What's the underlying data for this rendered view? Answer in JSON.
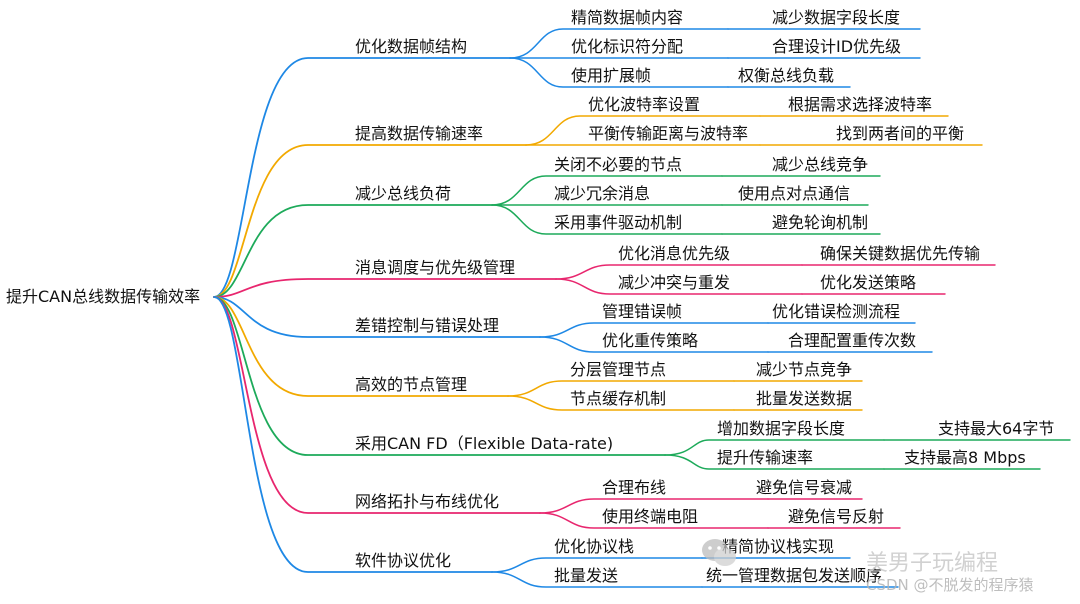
{
  "root": {
    "label": "提升CAN总线数据传输效率"
  },
  "branches": [
    {
      "label": "优化数据帧结构",
      "color": "#1e88e5",
      "children": [
        {
          "label": "精简数据帧内容",
          "leaf": "减少数据字段长度"
        },
        {
          "label": "优化标识符分配",
          "leaf": "合理设计ID优先级"
        },
        {
          "label": "使用扩展帧",
          "leaf": "权衡总线负载"
        }
      ]
    },
    {
      "label": "提高数据传输速率",
      "color": "#f2a900",
      "children": [
        {
          "label": "优化波特率设置",
          "leaf": "根据需求选择波特率"
        },
        {
          "label": "平衡传输距离与波特率",
          "leaf": "找到两者间的平衡"
        }
      ]
    },
    {
      "label": "减少总线负荷",
      "color": "#1daa5a",
      "children": [
        {
          "label": "关闭不必要的节点",
          "leaf": "减少总线竞争"
        },
        {
          "label": "减少冗余消息",
          "leaf": "使用点对点通信"
        },
        {
          "label": "采用事件驱动机制",
          "leaf": "避免轮询机制"
        }
      ]
    },
    {
      "label": "消息调度与优先级管理",
      "color": "#e8266e",
      "children": [
        {
          "label": "优化消息优先级",
          "leaf": "确保关键数据优先传输"
        },
        {
          "label": "减少冲突与重发",
          "leaf": "优化发送策略"
        }
      ]
    },
    {
      "label": "差错控制与错误处理",
      "color": "#1e88e5",
      "children": [
        {
          "label": "管理错误帧",
          "leaf": "优化错误检测流程"
        },
        {
          "label": "优化重传策略",
          "leaf": "合理配置重传次数"
        }
      ]
    },
    {
      "label": "高效的节点管理",
      "color": "#f2a900",
      "children": [
        {
          "label": "分层管理节点",
          "leaf": "减少节点竞争"
        },
        {
          "label": "节点缓存机制",
          "leaf": "批量发送数据"
        }
      ]
    },
    {
      "label": "采用CAN FD（Flexible Data-rate)",
      "color": "#1daa5a",
      "children": [
        {
          "label": "增加数据字段长度",
          "leaf": "支持最大64字节"
        },
        {
          "label": "提升传输速率",
          "leaf": "支持最高8 Mbps"
        }
      ]
    },
    {
      "label": "网络拓扑与布线优化",
      "color": "#e8266e",
      "children": [
        {
          "label": "合理布线",
          "leaf": "避免信号衰减"
        },
        {
          "label": "使用终端电阻",
          "leaf": "避免信号反射"
        }
      ]
    },
    {
      "label": "软件协议优化",
      "color": "#1e88e5",
      "children": [
        {
          "label": "优化协议栈",
          "leaf": "精简协议栈实现"
        },
        {
          "label": "批量发送",
          "leaf": "统一管理数据包发送顺序"
        }
      ]
    }
  ],
  "watermark": {
    "line1": "美男子玩编程",
    "line2": "CSDN @不脱发的程序猿",
    "icon": "wechat-icon"
  }
}
